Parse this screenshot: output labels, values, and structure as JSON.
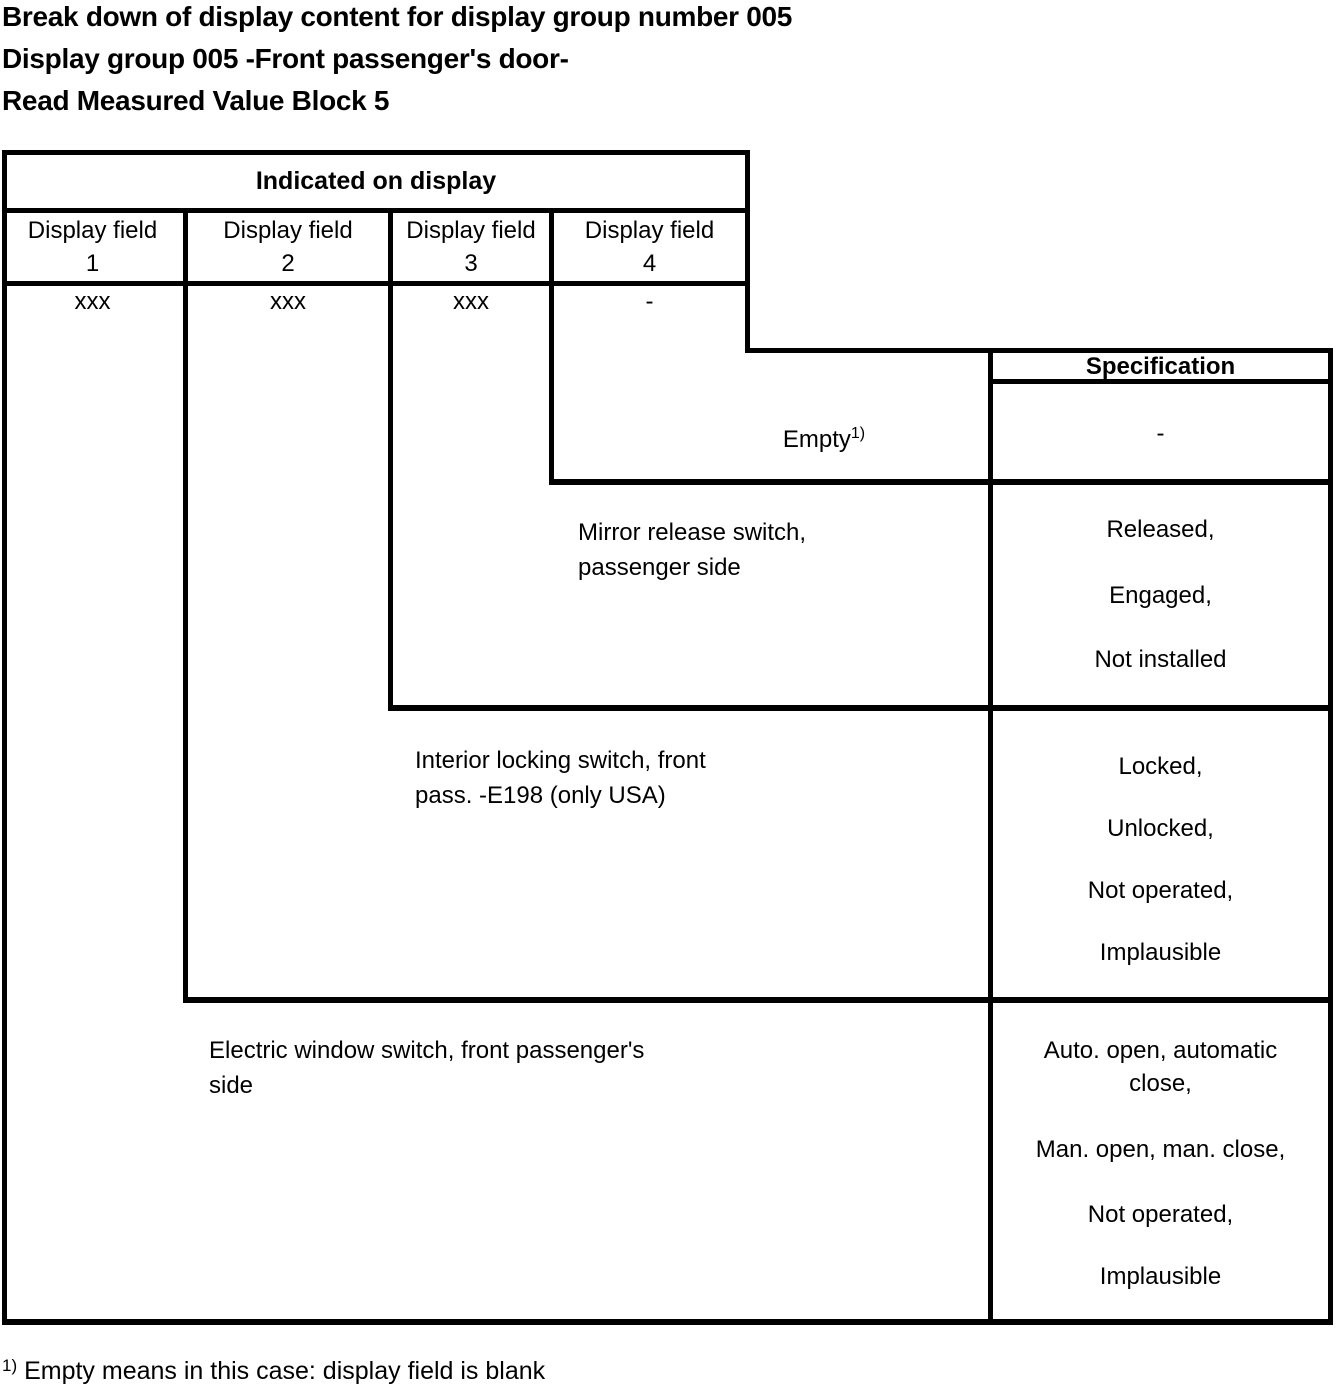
{
  "title_lines": [
    "Break down of display content for display group number 005",
    "Display group 005 -Front passenger's door-",
    "Read Measured Value Block 5"
  ],
  "table": {
    "indicated_header": "Indicated on display",
    "spec_header": "Specification",
    "display_fields": [
      {
        "label": "Display field",
        "number": "1",
        "value": "xxx"
      },
      {
        "label": "Display field",
        "number": "2",
        "value": "xxx"
      },
      {
        "label": "Display field",
        "number": "3",
        "value": "xxx"
      },
      {
        "label": "Display field",
        "number": "4",
        "value": "-"
      }
    ],
    "rows": [
      {
        "label": "Empty",
        "label_sup": "1)",
        "specs": [
          "-"
        ]
      },
      {
        "label_lines": [
          "Mirror release switch,",
          "passenger side"
        ],
        "specs": [
          "Released,",
          "Engaged,",
          "Not installed"
        ]
      },
      {
        "label_lines": [
          "Interior locking switch, front",
          "pass. -E198 (only USA)"
        ],
        "specs": [
          "Locked,",
          "Unlocked,",
          "Not operated,",
          "Implausible"
        ]
      },
      {
        "label_lines": [
          "Electric window switch, front passenger's",
          "side"
        ],
        "specs": [
          "Auto. open, automatic close,",
          "Man. open, man. close,",
          "Not operated,",
          "Implausible"
        ]
      }
    ]
  },
  "footnote": {
    "sup": "1)",
    "text": "Empty means in this case: display field is blank"
  }
}
